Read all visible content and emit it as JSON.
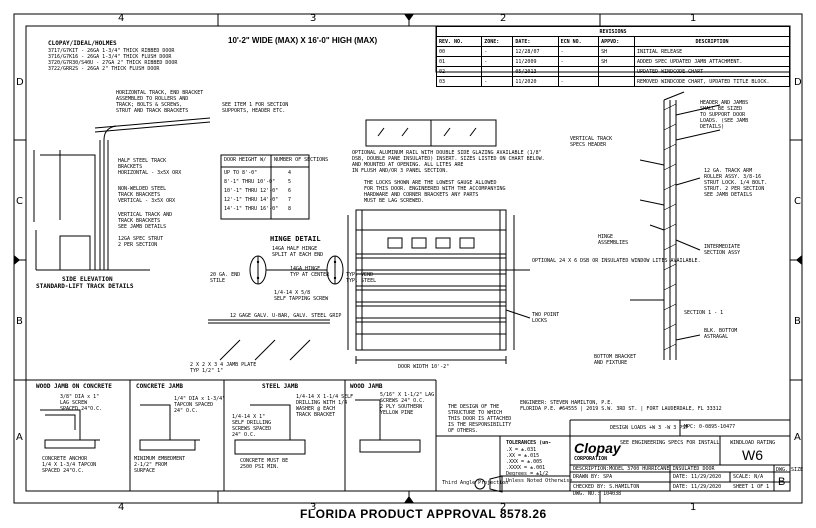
{
  "zones": {
    "top": [
      "4",
      "3",
      "2",
      "1"
    ],
    "bottom": [
      "4",
      "3",
      "2",
      "1"
    ],
    "left": [
      "D",
      "C",
      "B",
      "A"
    ],
    "right": [
      "D",
      "C",
      "B",
      "A"
    ]
  },
  "header": {
    "main_title": "10'-2\" WIDE (MAX) X 16'-0\" HIGH (MAX)"
  },
  "models": {
    "heading": "CLOPAY/IDEAL/HOLMES",
    "lines": [
      "3717/G7KIT - 26GA 1-3/4\" THICK RIBBED DOOR",
      "3716/G7K16 - 26GA 1-3/4\" THICK FLUSH DOOR",
      "3720/G7R30/S40U - 27GA 2\" THICK RIBBED DOOR",
      "3722/GRR2S - 26GA 2\" THICK FLUSH DOOR"
    ]
  },
  "revisions": {
    "title": "REVISIONS",
    "headers": [
      "REV. NO.",
      "ZONE:",
      "DATE:",
      "ECN NO.",
      "APPVD:",
      "DESCRIPTION"
    ],
    "rows": [
      [
        "00",
        "-",
        "12/28/07",
        "-",
        "SH",
        "INITIAL RELEASE"
      ],
      [
        "01",
        "-",
        "11/2009",
        "-",
        "SH",
        "ADDED SPEC UPDATED JAMB ATTACHMENT."
      ],
      [
        "02",
        "-",
        "05/2013",
        "-",
        "",
        "UPDATED WINDCODE CHART"
      ],
      [
        "03",
        "-",
        "11/2020",
        "-",
        "",
        "REMOVED WINDCODE CHART, UPDATED TITLE BLOCK."
      ]
    ]
  },
  "section_chart": {
    "headers": [
      "DOOR HEIGHT W/",
      "NUMBER OF SECTIONS"
    ],
    "rows": [
      [
        "UP TO 8'-0\"",
        "4"
      ],
      [
        "8'-1\" THRU 10'-0\"",
        "5"
      ],
      [
        "10'-1\" THRU 12'-0\"",
        "6"
      ],
      [
        "12'-1\" THRU 14'-0\"",
        "7"
      ],
      [
        "14'-1\" THRU 16'-0\"",
        "8"
      ]
    ]
  },
  "labels": {
    "side_elevation": "SIDE ELEVATION",
    "std_lift": "STANDARD-LIFT TRACK DETAILS",
    "hinge_detail": "HINGE DETAIL",
    "door_width": "DOOR WIDTH 10'-2\"",
    "optional_lites": "OPTIONAL 24 X 6 DSB OR INSULATED WINDOW LITES AVAILABLE.",
    "section_1_1": "SECTION 1 - 1",
    "wood_jamb_concrete": "WOOD JAMB ON CONCRETE",
    "concrete_jamb": "CONCRETE JAMB",
    "steel_jamb": "STEEL JAMB",
    "wood_jamb": "WOOD JAMB",
    "florida": "FLORIDA PRODUCT APPROVAL 8578.26",
    "third_angle": "Third Angle Projection",
    "tolerances": "TOLERANCES (un-",
    "tol_values": [
      ".X = ±.031",
      ".XX = ±.015",
      ".XXX = ±.005",
      ".XXXX = ±.001",
      "Degrees = ±1/2"
    ],
    "tol_sub": "Unless Noted Otherwise",
    "company": "Clopay",
    "corp": "CORPORATION",
    "description": "DESCRIPTION:MODEL 3700 HURRICANE INSULATED DOOR",
    "drawn_by": "DRAWN BY: SPA",
    "date1": "DATE: 11/29/2020",
    "checked_by": "CHECKED BY: S.HAMILTON",
    "date2": "DATE: 11/29/2020",
    "dwg_no": "DWG. NO.: 104038",
    "scale": "SCALE: N/A",
    "sheet": "SHEET 1 OF 1",
    "mpc": "MPC: 0-0895-10477",
    "windload_label": "WINDLOAD RATING",
    "windload_code": "W6",
    "dwg_size_label": "DWG. SIZE",
    "dwg_size": "B",
    "windload_note": "DESIGN LOADS +W 3 -W 3 PSF",
    "install_note": "SEE ENGINEERING SPECS FOR INSTALL",
    "notes_pe": "THE DESIGN OF THE\nSTRUCTURE TO WHICH\nTHIS DOOR IS ATTACHED\nIS THE RESPONSIBILITY\nOF OTHERS.",
    "engineer": "ENGINEER: STEVEN HAMILTON, P.E.\nFLORIDA P.E. #64555 | 2019 S.W. 3RD ST. | FORT LAUDERDALE, FL 33312"
  },
  "callouts": {
    "c1": "HORIZONTAL TRACK, END BRACKET\nASSEMBLED TO ROLLERS AND\nTRACK; BOLTS & SCREWS,\nSTRUT AND TRACK BRACKETS",
    "c2": "HALF STEEL TRACK\nBRACKETS\nHORIZONTAL - 3x5X ORX",
    "c3": "NON-WELDED STEEL\nTRACK BRACKETS\nVERTICAL - 3x5X ORX",
    "c4": "VERTICAL TRACK AND\nTRACK BRACKETS\nSEE JAMB DETAILS",
    "c5": "12GA SPEC STRUT\n2 PER SECTION",
    "c6": "2 X 2 X 3 4 JAMB PLATE\nTYP 1/2\" 1\"",
    "hinge1": "14GA HALF HINGE\nSPLIT AT EACH END",
    "hinge2": "14GA HINGE\nTYP AT CENTER",
    "hinge3": "1/4-14 X 5/8\nSELF TAPPING SCREW",
    "ga20": "20 GA. END\nSTILE",
    "tyu": "TYP. VEND\nTYP. STEEL",
    "strut": "12 GAGE GALV. U-BAR, GALV. STEEL GRIP",
    "glazing": "OPTIONAL ALUMINUM RAIL WITH DOUBLE SIDE GLAZING AVAILABLE (1/8\"\nDSB, DOUBLE PANE INSULATED) INSERT. SIZES LISTED ON CHART BELOW.\nAND MOUNTED AT OPENING. ALL LITES ARE\nIN FLUSH AND/OR 3 PANEL SECTION.",
    "gauge_note": "THE LOCKS SHOWN ARE THE LOWEST GAUGE ALLOWED\nFOR THIS DOOR. ENGINEERED WITH THE ACCOMPANYING\nHARDWARE AND CORNER BRACKETS ANY PARTS\nMUST BE LAG SCREWED.",
    "ext_panel": "SEE ITEM 1 FOR SECTION\nSUPPORTS, HEADER ETC.",
    "sec1": "HEADER AND JAMBS\nSHALL BE SIZED\nTO SUPPORT DOOR\nLOADS. (SEE JAMB\nDETAILS)",
    "sec2": "12 GA. TRACK ARM\nROLLER ASSY. 3/8-16\nSTRUT LOCK. 1/4 BOLT.\nSTRUT. 2 PER SECTION\nSEE JAMB DETAILS",
    "sec3": "INTERMEDIATE\nSECTION ASSY",
    "sec4": "VERTICAL TRACK\nSPECS HEADER",
    "sec5": "HINGE\nASSEMBLIES",
    "sec6": "BLK. BOTTOM\nASTRAGAL",
    "sec7": "BOTTOM BRACKET\nAND FIXTURE",
    "two_point": "TWO POINT\nLOCKS",
    "woodjamb1": "3/8\" DIA x 1\"\nLAG SCREW\nSPACED 24\"O.C.",
    "woodjamb2": "CONCRETE ANCHOR\n1/4 X 1-3/4 TAPCON\nSPACED 24\"O.C.",
    "concjamb1": "1/4\" DIA x 1-3/4\"\nTAPCON SPACED\n24\" O.C.",
    "steeljamb1": "1/4-14 X 1\"\nSELF DRILLING\nSCREWS SPACED\n24\" O.C.",
    "woodj2": "5/16\" X 1-1/2\" LAG\nSCREWS 24\" O.C.\n2 PLY SOUTHERN\nYELLOW PINE",
    "min_embed": "MINIMUM EMBEDMENT\n2-1/2\" FROM\nSURFACE",
    "jamb_fasten": "1/4-14 X 1-1/4 SELF\nDRILLING WITH 1/4\nWASHER @ EACH\nTRACK BRACKET",
    "conc_note": "CONCRETE MUST BE\n2500 PSI MIN."
  }
}
